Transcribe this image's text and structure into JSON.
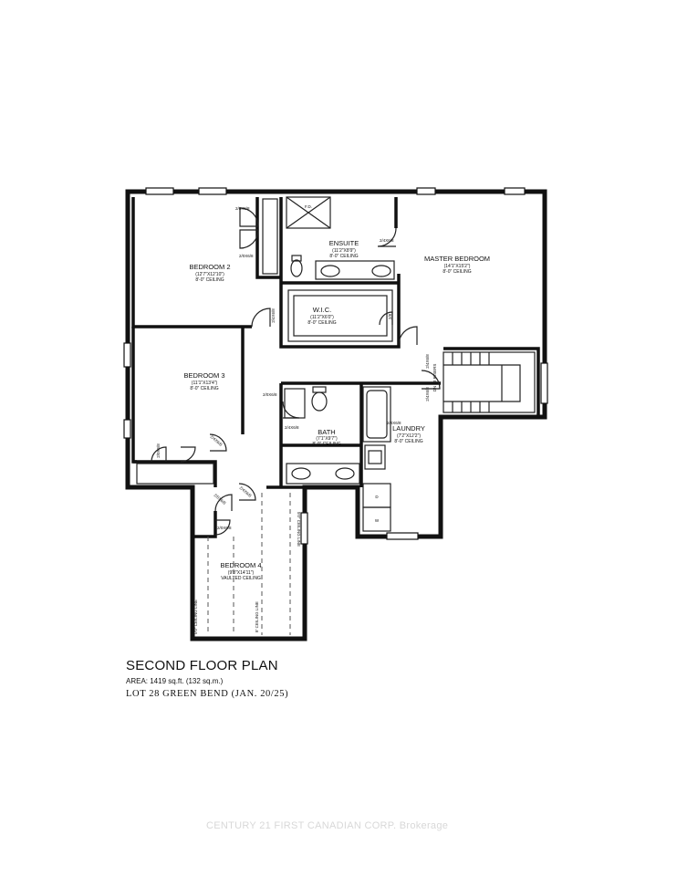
{
  "rooms": {
    "bedroom2": {
      "name": "BEDROOM 2",
      "dims": "(12'7\"X12'10\")",
      "ceiling": "8'-0\" CEILING"
    },
    "ensuite": {
      "name": "ENSUITE",
      "dims": "(11'2\"X8'9\")",
      "ceiling": "8'-0\" CEILING"
    },
    "master": {
      "name": "MASTER BEDROOM",
      "dims": "(14'1\"X15'2\")",
      "ceiling": "8'-0\" CEILING"
    },
    "wic": {
      "name": "W.I.C.",
      "dims": "(11'2\"X6'0\")",
      "ceiling": "8'-0\" CEILING"
    },
    "bedroom3": {
      "name": "BEDROOM 3",
      "dims": "(11'1\"X13'4\")",
      "ceiling": "8'-0\" CEILING"
    },
    "bath": {
      "name": "BATH",
      "dims": "(7'1\"X9'7\")",
      "ceiling": "8'-0\" CEILING"
    },
    "laundry": {
      "name": "LAUNDRY",
      "dims": "(7'2\"X12'2\")",
      "ceiling": "8'-0\" CEILING"
    },
    "bedroom4": {
      "name": "BEDROOM 4",
      "dims": "(9'8\"X14'11\")",
      "ceiling": "VAULTED CEILING"
    }
  },
  "door_tags": {
    "d1": "2/0X6/8",
    "d2": "2/0X6/8",
    "d3": "2/4X6/8",
    "d4": "2/4X6/8",
    "d5": "2/4X6/8",
    "d6": "2/0X6/8",
    "d7": "2/4X6/8",
    "d8": "2/4X6/8",
    "d9": "2/0X6/8",
    "d10": "2/4X6/8",
    "d11": "2/4X6/8",
    "d12": "2/0X6/8",
    "d13": "2/0X6/8",
    "d14": "2/4X6/8"
  },
  "fixtures": {
    "shower": "F.D.",
    "stairs": "DN 13 RISERS",
    "washer": "W",
    "dryer": "D",
    "wic_tag": "2/8"
  },
  "ceiling_lines": {
    "five_ft_left": "5'0\" CEILING LINE",
    "eight_ft": "8' CEILING LINE",
    "five_ft_right": "5'0\" CEILING LINE"
  },
  "caption": {
    "title": "SECOND FLOOR PLAN",
    "area": "AREA: 1419 sq.ft. (132 sq.m.)",
    "lot": "LOT 28 GREEN BEND (JAN. 20/25)"
  },
  "watermark": "CENTURY 21 FIRST CANADIAN CORP. Brokerage"
}
